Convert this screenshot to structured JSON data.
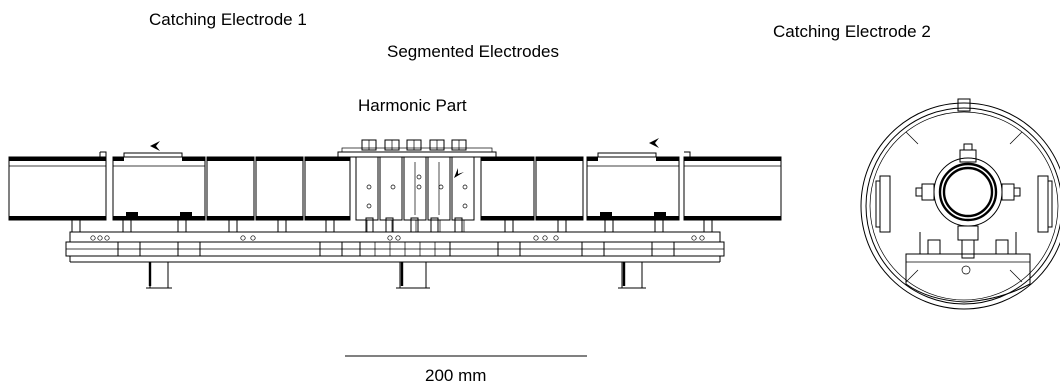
{
  "labels": {
    "catching_electrode_1": "Catching Electrode 1",
    "segmented_electrodes": "Segmented Electrodes",
    "harmonic_part": "Harmonic Part",
    "catching_electrode_2": "Catching Electrode 2",
    "scale_bar": "200 mm"
  }
}
